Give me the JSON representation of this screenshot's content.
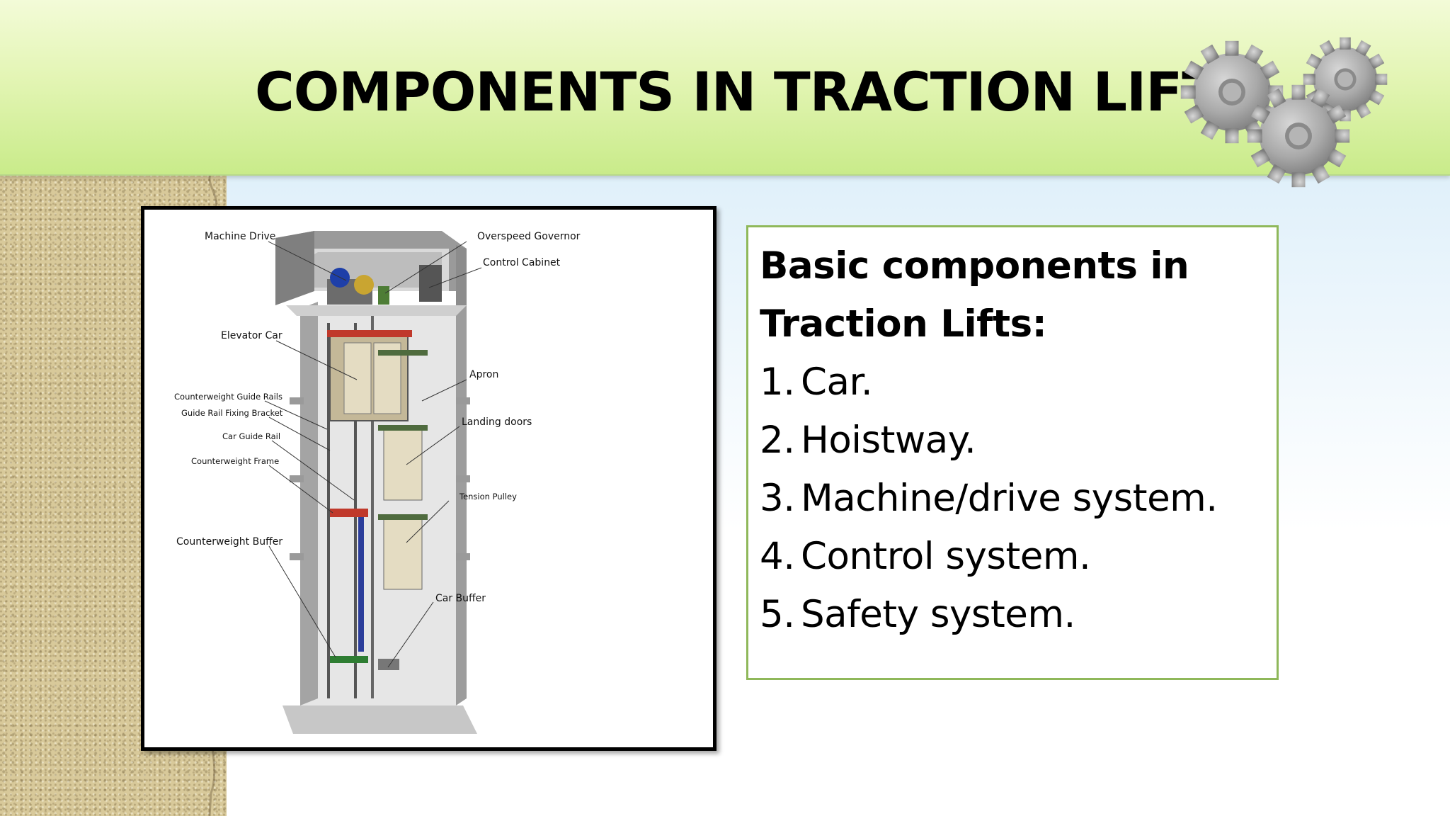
{
  "slide": {
    "title": "COMPONENTS IN TRACTION LIFT"
  },
  "figure": {
    "labels": {
      "machine_drive": "Machine Drive",
      "overspeed_governor": "Overspeed Governor",
      "control_cabinet": "Control Cabinet",
      "elevator_car": "Elevator Car",
      "apron": "Apron",
      "counterweight_guide_rails": "Counterweight Guide Rails",
      "guide_rail_fixing_bracket": "Guide Rail Fixing Bracket",
      "landing_doors": "Landing doors",
      "car_guide_rail": "Car Guide Rail",
      "counterweight_frame": "Counterweight Frame",
      "tension_pulley": "Tension Pulley",
      "counterweight_buffer": "Counterweight Buffer",
      "car_buffer": "Car Buffer"
    }
  },
  "content": {
    "heading_line1": "Basic components in",
    "heading_line2": "Traction Lifts:",
    "items": [
      {
        "num": "1.",
        "text": "Car."
      },
      {
        "num": "2.",
        "text": "Hoistway."
      },
      {
        "num": "3.",
        "text": "Machine/drive system."
      },
      {
        "num": "4.",
        "text": "Control system."
      },
      {
        "num": "5.",
        "text": "Safety system."
      }
    ]
  },
  "colors": {
    "header_green": "#c9eb8a",
    "box_border": "#8fb85a",
    "sand": "#d8c99a"
  }
}
